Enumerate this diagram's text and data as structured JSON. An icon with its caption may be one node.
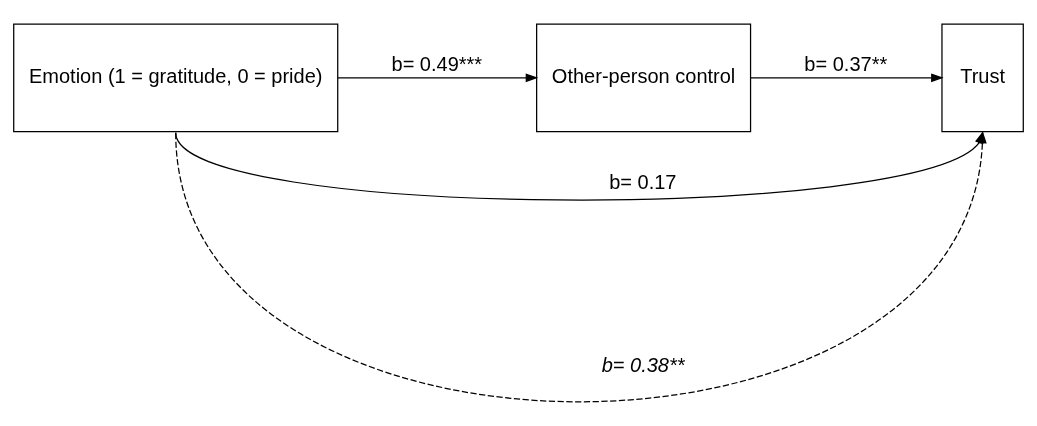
{
  "diagram": {
    "nodes": [
      {
        "text": [
          "Emotion (1 = gratitude, 0 = pride)"
        ]
      },
      {
        "text": [
          "Other-person control"
        ]
      },
      {
        "text": [
          "Trust"
        ]
      }
    ],
    "edges": [
      {
        "from": 0,
        "to": 1,
        "arrow": "to",
        "label": "b= 0.49***"
      },
      {
        "from": 1,
        "to": 2,
        "arrow": "to",
        "label": "b= 0.37**"
      },
      {
        "from": 0,
        "to": 2,
        "arrow": "to",
        "label": "b= 0.17"
      },
      {
        "from": 0,
        "to": 2,
        "arrow": "to",
        "label": "b= 0.38**",
        "style": "dashed"
      }
    ]
  }
}
